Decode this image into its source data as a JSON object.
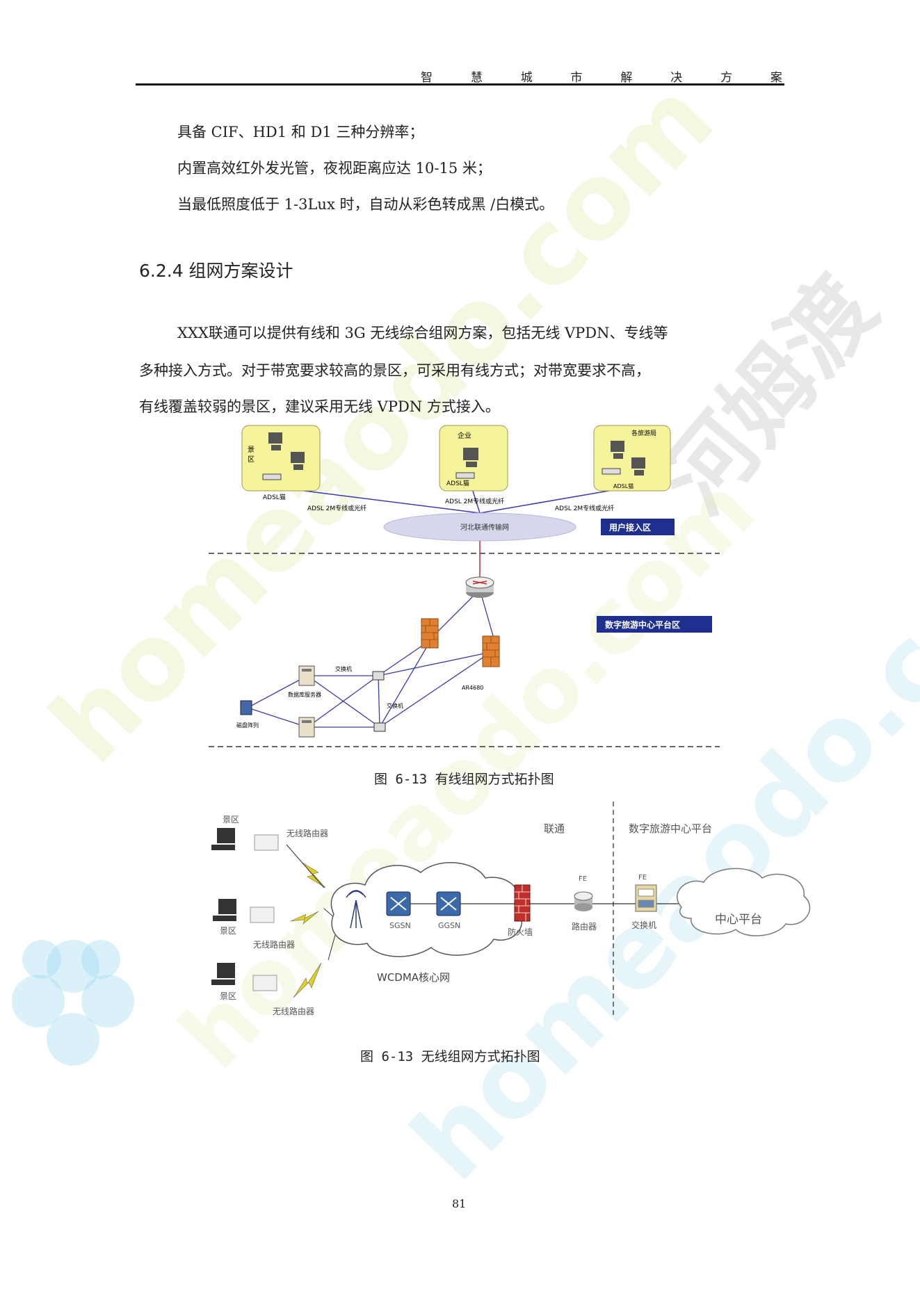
{
  "header": {
    "title_chars": [
      "智",
      "慧",
      "城",
      "市",
      "解",
      "决",
      "方",
      "案"
    ]
  },
  "bullets": [
    "具备  CIF、HD1  和  D1  三种分辨率；",
    "内置高效红外发光管，夜视距离应达   10-15  米；",
    "当最低照度低于  1-3Lux  时，自动从彩色转成黑 /白模式。"
  ],
  "section": {
    "heading": "6.2.4  组网方案设计",
    "paragraph": [
      "XXX联通可以提供有线和  3G  无线综合组网方案，包括无线   VPDN、专线等",
      "多种接入方式。对于带宽要求较高的景区，可采用有线方式；对带宽要求不高，",
      "有线覆盖较弱的景区，建议采用无线   VPDN  方式接入。"
    ]
  },
  "figure1": {
    "caption": "图 6-13 有线组网方式拓扑图",
    "box_left_labels": [
      "景",
      "区"
    ],
    "box_left_device": "ADSL猫",
    "box_mid_label": "企业",
    "box_mid_device": "ADSL猫",
    "box_right_label": "各旅游局",
    "box_right_device": "ADSL猫",
    "link_left": "ADSL 2M专线或光纤",
    "link_mid": "ADSL 2M专线或光纤",
    "link_right": "ADSL 2M专线或光纤",
    "cloud": "河北联通传输网",
    "zone_user": "用户接入区",
    "zone_center": "数字旅游中心平台区",
    "switch_top": "交换机",
    "db_server": "数据库服务器",
    "switch_bottom": "交换机",
    "ar_device": "AR4680",
    "disk_array": "磁盘阵列"
  },
  "figure2": {
    "caption": "图 6-13 无线组网方式拓扑图",
    "site1_label": "景区",
    "site2_label": "景区",
    "site3_label": "景区",
    "router1": "无线路由器",
    "router2": "无线路由器",
    "router3": "无线路由器",
    "operator": "联通",
    "center_title": "数字旅游中心平台",
    "sgsn": "SGSN",
    "ggsn": "GGSN",
    "core": "WCDMA核心网",
    "firewall": "防火墙",
    "router_fe": "FE",
    "router": "路由器",
    "switch_fe": "FE",
    "switch": "交换机",
    "cloud_center": "中心平台"
  },
  "page_number": "81",
  "watermarks": [
    "homeaodo.com",
    "河姆渡",
    "homeaodo.com",
    "homeaodo.com"
  ],
  "colors": {
    "box_fill": "#f6f49a",
    "zone_label_bg": "#1f2f8f",
    "cloud_fill": "#d6d6ec",
    "link_line": "#3a3ab0",
    "firewall": "#e08030"
  }
}
